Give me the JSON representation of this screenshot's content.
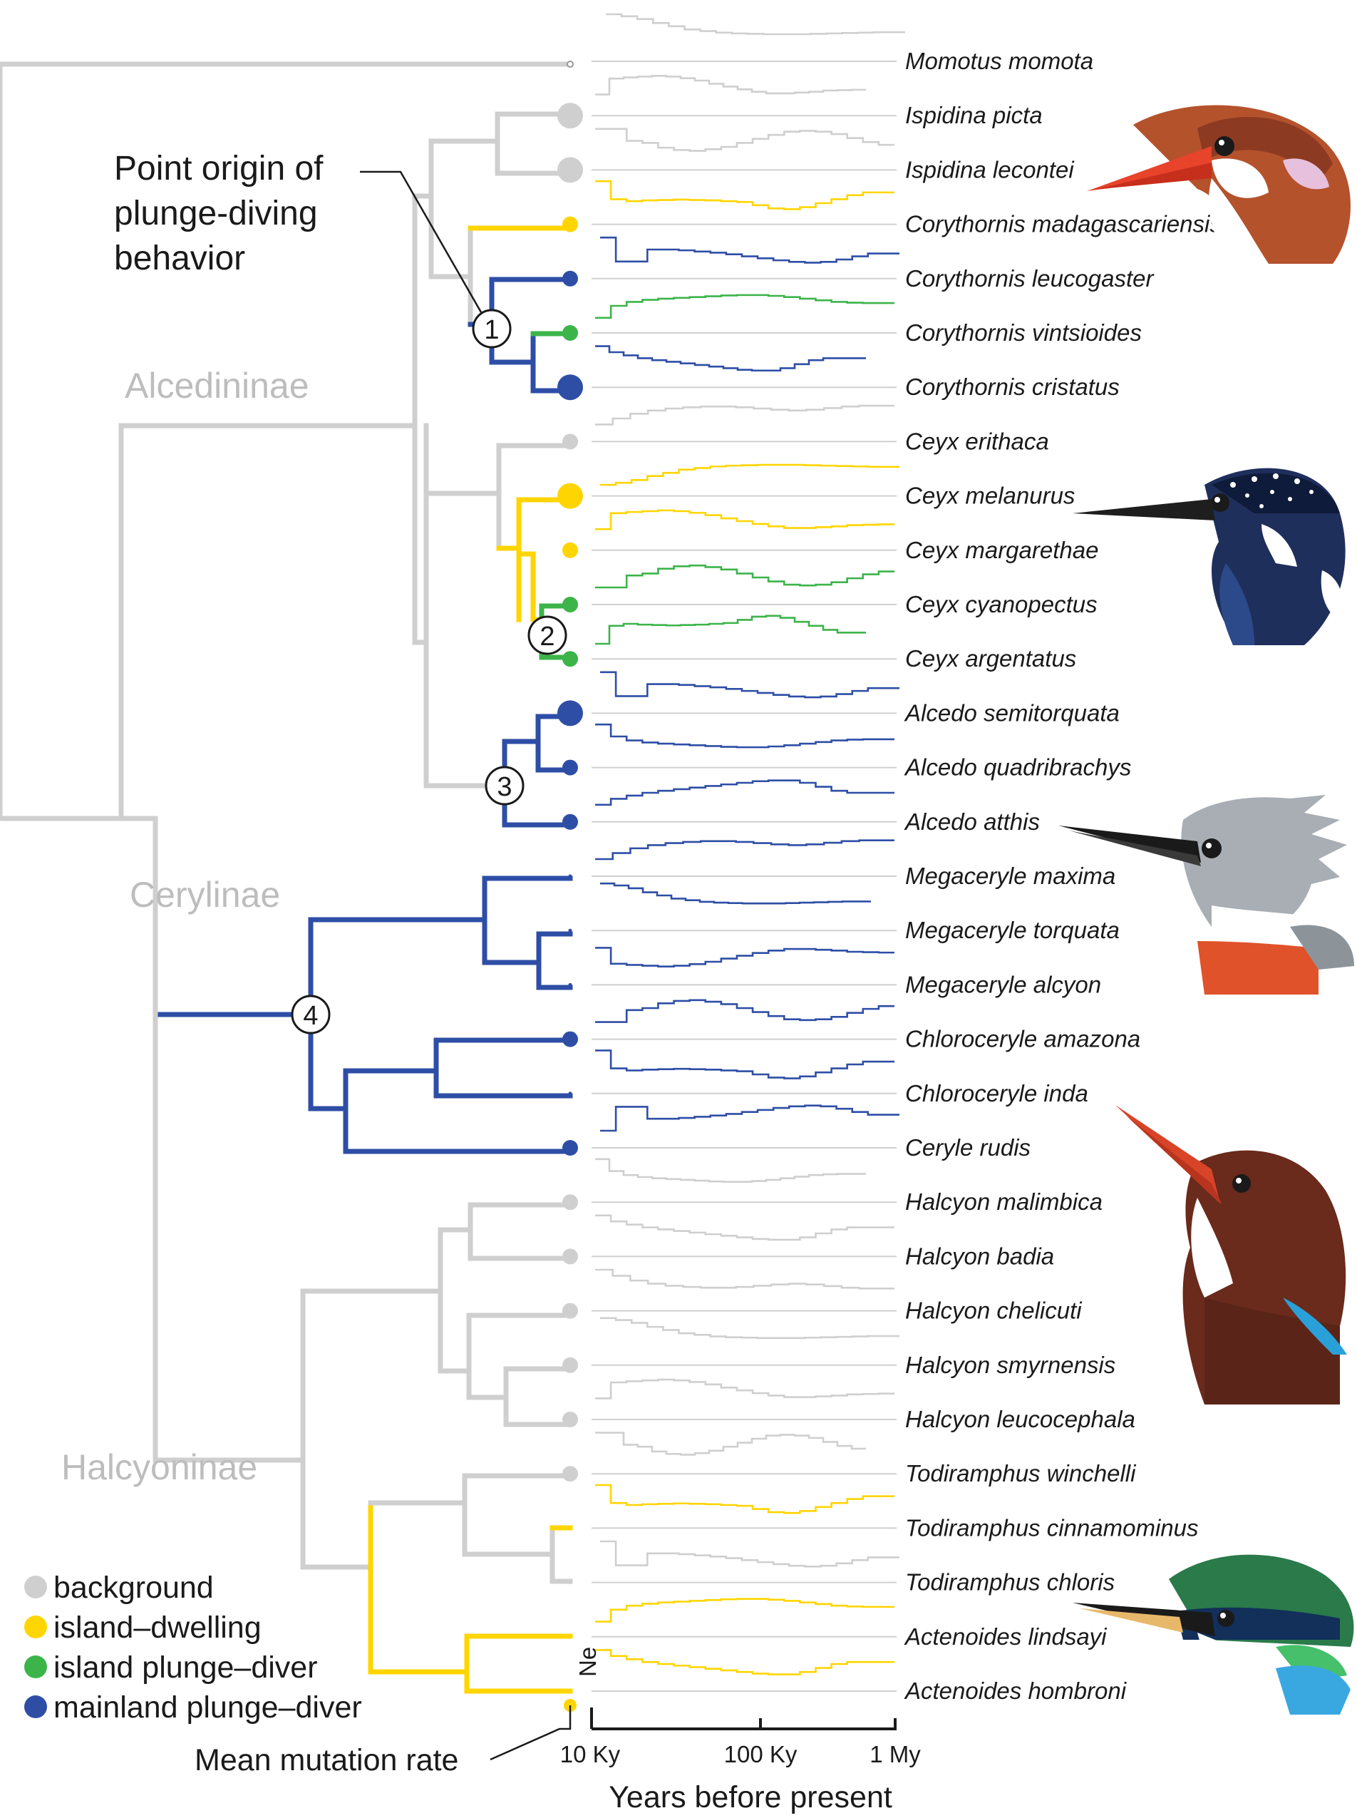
{
  "colors": {
    "background": "#cfcfcf",
    "island_dwelling": "#ffd500",
    "island_plunge_diver": "#3cb44a",
    "mainland_plunge_diver": "#2e4ea6",
    "subfamily_label": "#bdbdbd"
  },
  "species": [
    {
      "name": "Momotus momota",
      "cat": "background",
      "dot": 0
    },
    {
      "name": "Ispidina picta",
      "cat": "background",
      "dot": 2
    },
    {
      "name": "Ispidina lecontei",
      "cat": "background",
      "dot": 2
    },
    {
      "name": "Corythornis madagascariensis",
      "cat": "island",
      "dot": 1
    },
    {
      "name": "Corythornis leucogaster",
      "cat": "mainland",
      "dot": 1
    },
    {
      "name": "Corythornis vintsioides",
      "cat": "islandpd",
      "dot": 1
    },
    {
      "name": "Corythornis cristatus",
      "cat": "mainland",
      "dot": 2
    },
    {
      "name": "Ceyx erithaca",
      "cat": "background",
      "dot": 1
    },
    {
      "name": "Ceyx melanurus",
      "cat": "island",
      "dot": 2
    },
    {
      "name": "Ceyx margarethae",
      "cat": "island",
      "dot": 1
    },
    {
      "name": "Ceyx cyanopectus",
      "cat": "islandpd",
      "dot": 1
    },
    {
      "name": "Ceyx argentatus",
      "cat": "islandpd",
      "dot": 1
    },
    {
      "name": "Alcedo semitorquata",
      "cat": "mainland",
      "dot": 2
    },
    {
      "name": "Alcedo quadribrachys",
      "cat": "mainland",
      "dot": 1
    },
    {
      "name": "Alcedo atthis",
      "cat": "mainland",
      "dot": 1
    },
    {
      "name": "Megaceryle maxima",
      "cat": "mainland",
      "dot": 0
    },
    {
      "name": "Megaceryle torquata",
      "cat": "mainland",
      "dot": 0
    },
    {
      "name": "Megaceryle alcyon",
      "cat": "mainland",
      "dot": 0
    },
    {
      "name": "Chloroceryle amazona",
      "cat": "mainland",
      "dot": 1
    },
    {
      "name": "Chloroceryle inda",
      "cat": "mainland",
      "dot": 0
    },
    {
      "name": "Ceryle rudis",
      "cat": "mainland",
      "dot": 1
    },
    {
      "name": "Halcyon malimbica",
      "cat": "background",
      "dot": 1
    },
    {
      "name": "Halcyon badia",
      "cat": "background",
      "dot": 1
    },
    {
      "name": "Halcyon chelicuti",
      "cat": "background",
      "dot": 1
    },
    {
      "name": "Halcyon smyrnensis",
      "cat": "background",
      "dot": 1
    },
    {
      "name": "Halcyon leucocephala",
      "cat": "background",
      "dot": 1
    },
    {
      "name": "Todiramphus winchelli",
      "cat": "background",
      "dot": 1
    },
    {
      "name": "Todiramphus cinnamominus",
      "cat": "island",
      "dot": 0
    },
    {
      "name": "Todiramphus chloris",
      "cat": "background",
      "dot": 0
    },
    {
      "name": "Actenoides lindsayi",
      "cat": "island",
      "dot": 0
    },
    {
      "name": "Actenoides hombroni",
      "cat": "island",
      "dot": 0
    }
  ],
  "subfamilies": [
    "Alcedininae",
    "Cerylinae",
    "Halcyoninae"
  ],
  "node_labels": [
    "1",
    "2",
    "3",
    "4"
  ],
  "annotations": {
    "origin": [
      "Point origin of",
      "plunge-diving",
      "behavior"
    ],
    "mutation": "Mean mutation rate",
    "ne": "Ne"
  },
  "legend": [
    {
      "label": "background",
      "cat": "background"
    },
    {
      "label": "island–dwelling",
      "cat": "island"
    },
    {
      "label": "island plunge–diver",
      "cat": "islandpd"
    },
    {
      "label": "mainland plunge–diver",
      "cat": "mainland"
    }
  ],
  "axis": {
    "ticks": [
      "10 Ky",
      "100 Ky",
      "1 My"
    ],
    "title": "Years before present"
  }
}
